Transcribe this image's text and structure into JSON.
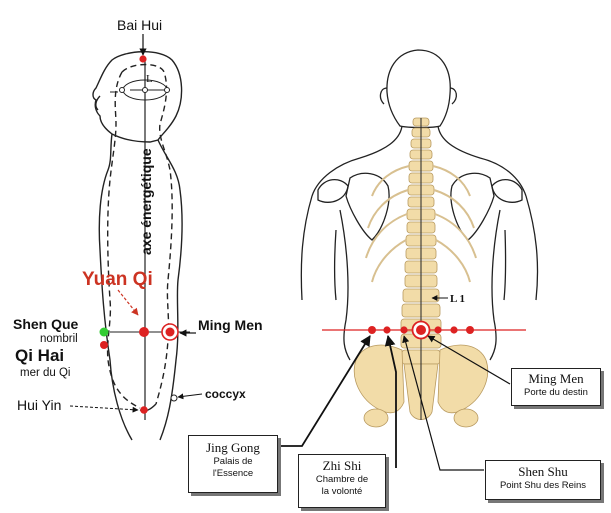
{
  "left_figure": {
    "bai_hui": "Bai Hui",
    "axis_label": "axe énergétique",
    "axis_marker": "L",
    "yuan_qi": "Yuan Qi",
    "shen_que": "Shen Que",
    "nombril": "nombril",
    "qi_hai": "Qi Hai",
    "qi_hai_sub": "mer du Qi",
    "ming_men": "Ming Men",
    "hui_yin": "Hui Yin",
    "coccyx": "coccyx"
  },
  "right_figure": {
    "l1": "L 1",
    "boxes": {
      "ming_men": {
        "title": "Ming Men",
        "sub": "Porte du destin"
      },
      "jing_gong": {
        "title": "Jing Gong",
        "sub1": "Palais de",
        "sub2": "l'Essence"
      },
      "zhi_shi": {
        "title": "Zhi Shi",
        "sub1": "Chambre de",
        "sub2": "la volonté"
      },
      "shen_shu": {
        "title": "Shen Shu",
        "sub": "Point Shu des Reins"
      }
    }
  },
  "colors": {
    "point_red": "#dd2222",
    "point_green": "#33cc33",
    "title_red": "#cc3322",
    "spine": "#f2dca8",
    "line_red": "#dd2222"
  }
}
